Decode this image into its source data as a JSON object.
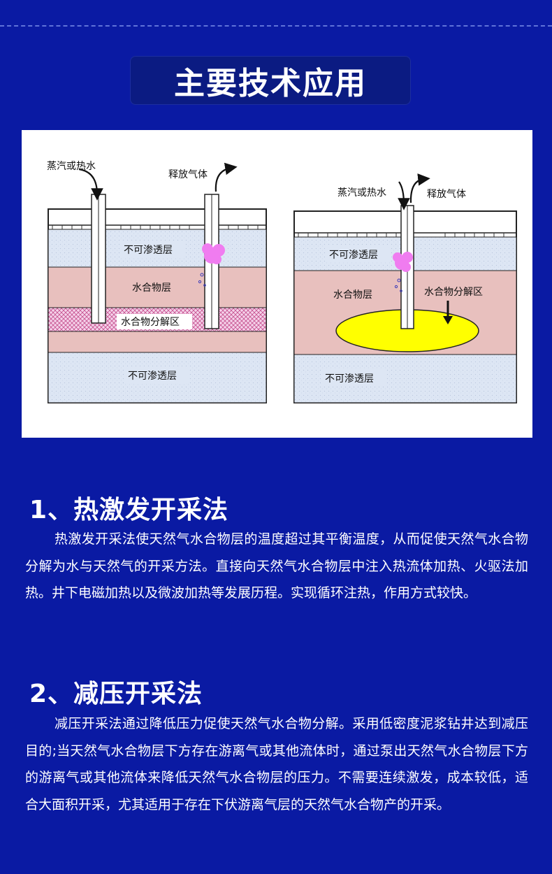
{
  "page": {
    "title": "主要技术应用"
  },
  "figure": {
    "left": {
      "inlet_label": "蒸汽或热水",
      "outlet_label": "释放气体",
      "top_layer": "不可渗透层",
      "hydrate_layer": "水合物层",
      "decomp_layer": "水合物分解区",
      "bottom_layer": "不可渗透层"
    },
    "right": {
      "inlet_label": "蒸汽或热水",
      "outlet_label": "释放气体",
      "top_layer": "不可渗透层",
      "hydrate_layer": "水合物层",
      "decomp_zone": "水合物分解区",
      "bottom_layer": "不可渗透层"
    }
  },
  "sections": [
    {
      "heading": "1、热激发开采法",
      "body": "热激发开采法使天然气水合物层的温度超过其平衡温度，从而促使天然气水合物分解为水与天然气的开采方法。直接向天然气水合物层中注入热流体加热、火驱法加热。井下电磁加热以及微波加热等发展历程。实现循环注热，作用方式较快。"
    },
    {
      "heading": "2、减压开采法",
      "body": "减压开采法通过降低压力促使天然气水合物分解。采用低密度泥浆钻井达到减压目的;当天然气水合物层下方存在游离气或其他流体时，通过泵出天然气水合物层下方的游离气或其他流体来降低天然气水合物层的压力。不需要连续激发，成本较低，适合大面积开采，尤其适用于存在下伏游离气层的天然气水合物产的开采。"
    }
  ],
  "colors": {
    "background": "#0a1aa3",
    "title_box": "#0b1b82",
    "impermeable_layer": "#dde6f4",
    "hydrate_layer": "#e8c0be",
    "decomp_zone_fill": "#ffff00",
    "gas_bubble": "#f07cf0"
  }
}
